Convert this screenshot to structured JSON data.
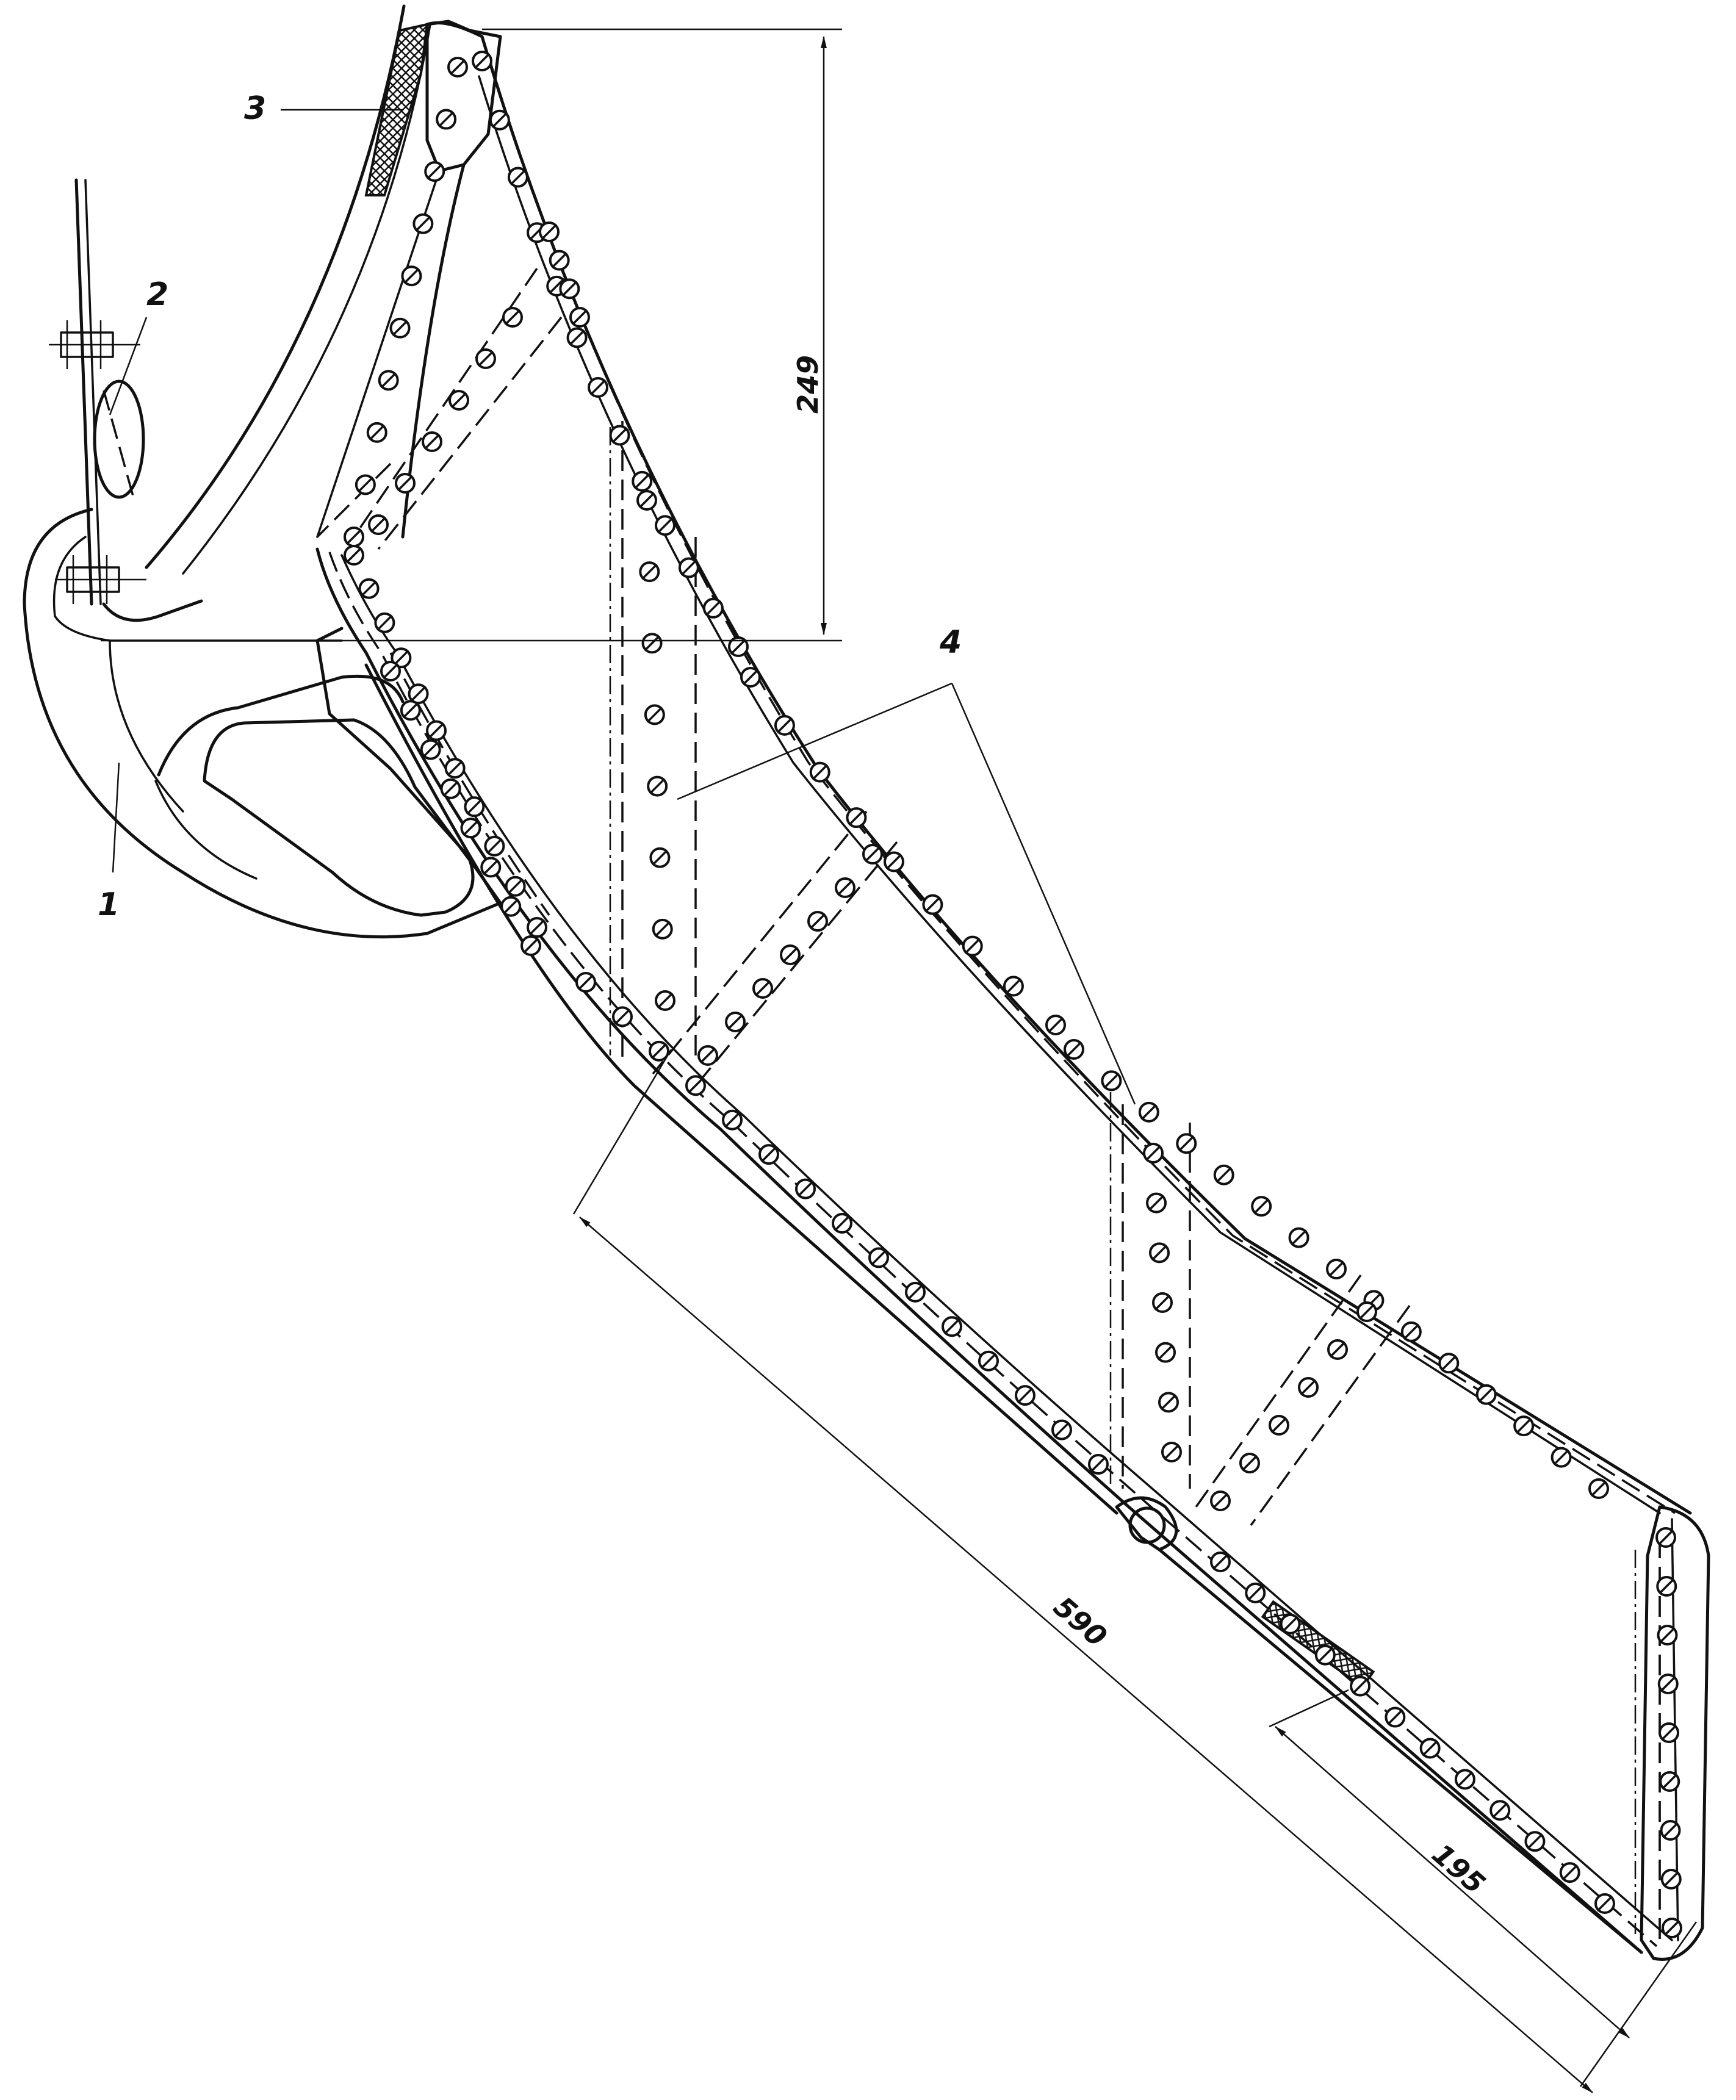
{
  "labels": {
    "part1": "1",
    "part2": "2",
    "part3": "3",
    "part4": "4"
  },
  "dimensions": {
    "height": "249",
    "length": "590",
    "short_length": "195"
  }
}
